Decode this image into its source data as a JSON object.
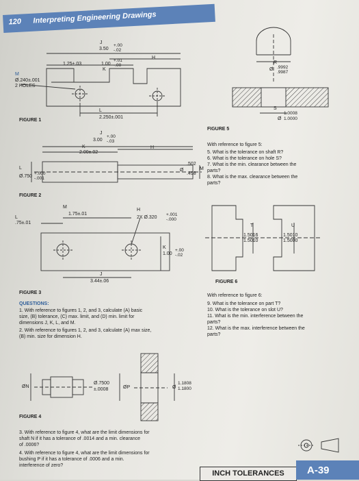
{
  "header": {
    "page_number": "120",
    "title": "Interpreting Engineering Drawings"
  },
  "figure1": {
    "label": "FIGURE 1",
    "dim_j": "J",
    "dim_j_value": "3.50",
    "dim_j_tol_upper": "+.00",
    "dim_j_tol_lower": "-.02",
    "dim_125": "1.25±.03",
    "dim_100": "1.00",
    "dim_100_tol_upper": "+.01",
    "dim_100_tol_lower": "-.00",
    "dim_k": "K",
    "dim_h": "H",
    "dim_m": "M",
    "holes_dia": "Ø.240±.001",
    "holes_label": "2 HOLES",
    "dim_l": "L",
    "dim_225": "2.250±.001"
  },
  "figure2": {
    "label": "FIGURE 2",
    "dim_j": "J",
    "dim_300": "3.00",
    "dim_300_tol_upper": "+.00",
    "dim_300_tol_lower": "-.03",
    "dim_k": "K",
    "dim_200": "2.00±.02",
    "dim_h": "H",
    "dim_l": "L",
    "dim_750": "Ø.750",
    "dim_750_tol_upper": "+.000",
    "dim_750_tol_lower": "-.001",
    "dim_502": ".502",
    "dim_498": ".498",
    "dim_dia": "Ø",
    "dim_m": "M"
  },
  "figure3": {
    "label": "FIGURE 3",
    "dim_m": "M",
    "dim_175": "1.75±.01",
    "dim_h": "H",
    "dim_2x": "2X  Ø.320",
    "dim_2x_tol_upper": "+.001",
    "dim_2x_tol_lower": "-.000",
    "dim_l": "L",
    "dim_075": ".75±.01",
    "dim_k": "K",
    "dim_1": "1.00",
    "dim_1_tol_upper": "+.00",
    "dim_1_tol_lower": "-.02",
    "dim_j": "J",
    "dim_344": "3.44±.06"
  },
  "figure5": {
    "label": "FIGURE 5",
    "r": "R",
    "r_upper": ".9992",
    "r_lower": ".9987",
    "s": "S",
    "s_upper": "1.0008",
    "s_lower": "1.0000",
    "dia": "Ø",
    "intro": "With reference to figure 5:",
    "questions": [
      "5.  What is the tolerance on shaft R?",
      "6.  What is the tolerance on hole S?",
      "7.  What is the min. clearance between the",
      "     parts?",
      "8.  What is the max. clearance between the",
      "     parts?"
    ]
  },
  "figure6": {
    "label": "FIGURE 6",
    "t": "T",
    "t_upper": "1.5016",
    "t_lower": "1.5010",
    "u": "U",
    "u_upper": "1.5010",
    "u_lower": "1.5000",
    "intro": "With reference to figure 6:",
    "questions": [
      "9.   What is the tolerance on part T?",
      "10.  What is the tolerance on slot U?",
      "11.  What is the min. interference between the",
      "       parts?",
      "12.  What is the max. interference between the",
      "       parts?"
    ]
  },
  "questions": {
    "heading": "QUESTIONS:",
    "items": [
      "1.  With reference to figures 1, 2, and 3, calculate (A) basic",
      "     size, (B) tolerance, (C) max. limit, and (D) min. limit for",
      "     dimensions J, K, L, and M.",
      "2.  With reference to figures 1, 2, and 3, calculate (A) max size,",
      "     (B) min. size for dimension H."
    ]
  },
  "figure4": {
    "label": "FIGURE 4",
    "n": "ØN",
    "n_upper": "Ø.7500",
    "n_lower": "±.0008",
    "p": "ØP",
    "p_upper": "1.1808",
    "p_lower": "1.1800",
    "dia": "Ø",
    "questions": [
      "3.  With reference to figure 4, what are the limit dimensions for",
      "     shaft N if it has a tolerance of .0014 and a min. clearance",
      "     of .0006?",
      "4.  With reference to figure 4, what are the limit dimensions for",
      "     bushing P if it has a tolerance of .0006 and a min.",
      "     interference of zero?"
    ]
  },
  "footer": {
    "section": "INCH TOLERANCES",
    "page_tag": "A-39"
  }
}
